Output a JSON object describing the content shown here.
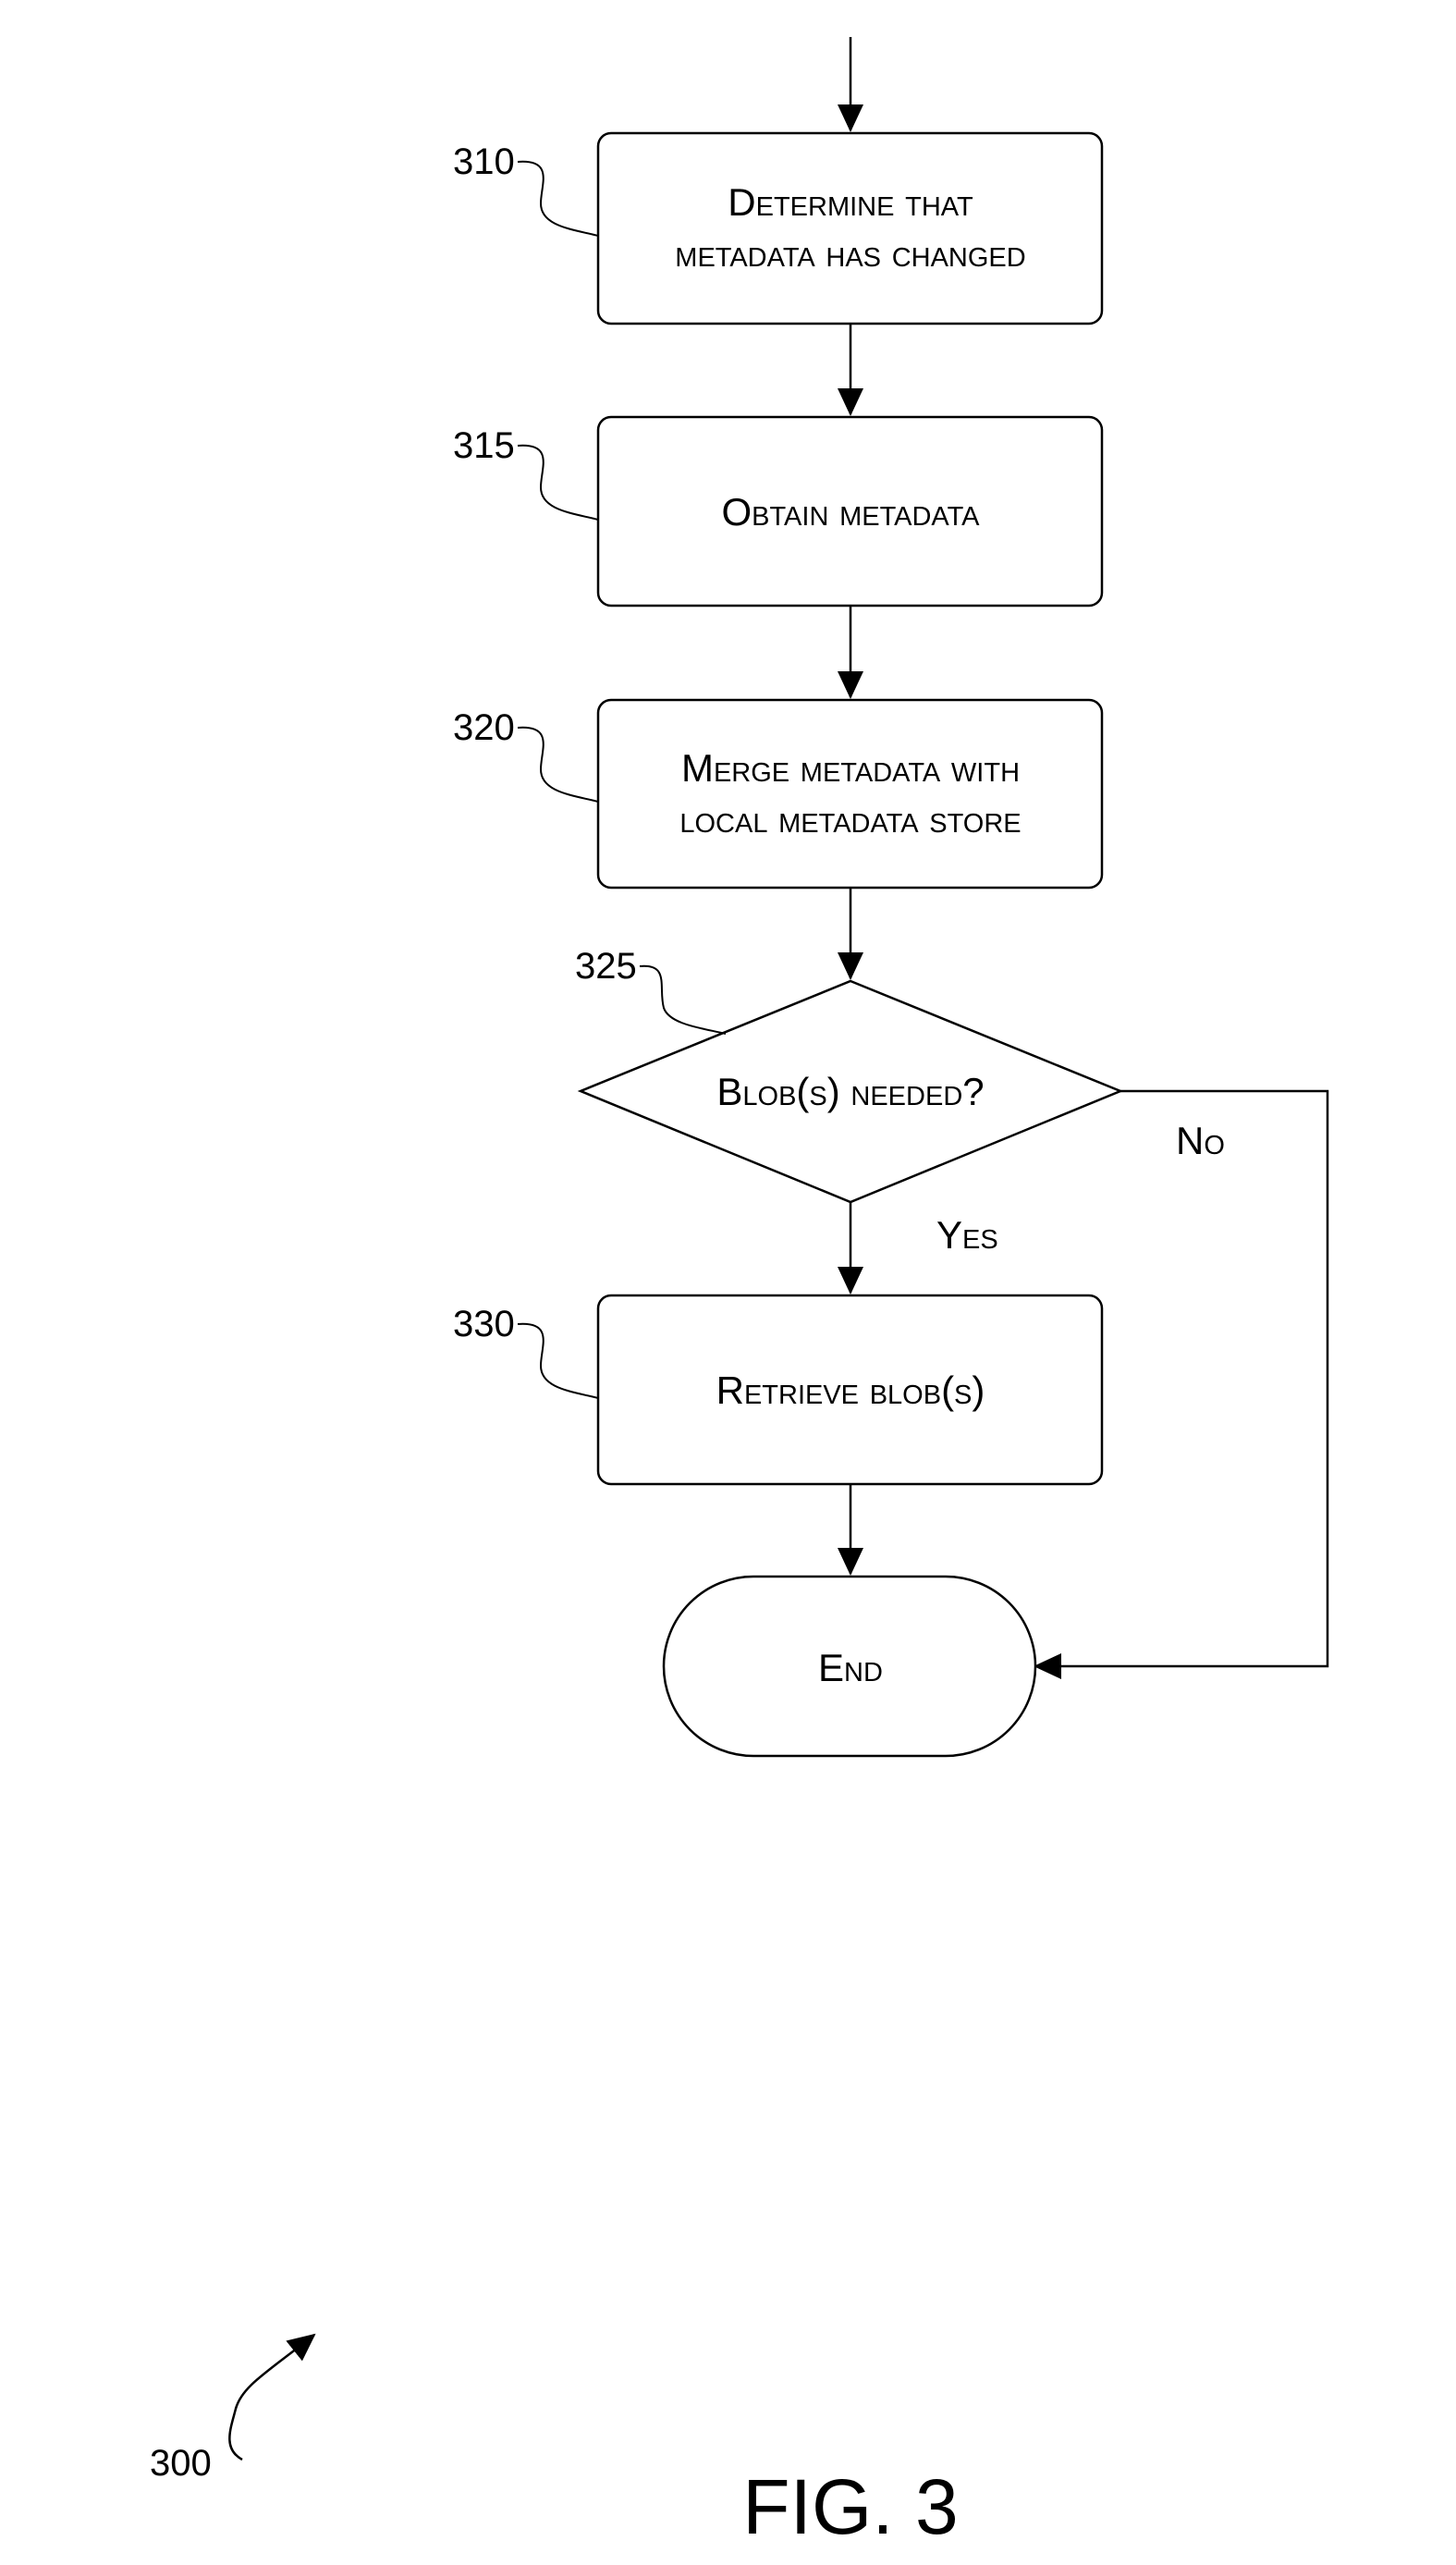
{
  "steps": {
    "s310": {
      "ref": "310",
      "line1": "Determine that",
      "line2": "metadata has changed"
    },
    "s315": {
      "ref": "315",
      "text": "Obtain metadata"
    },
    "s320": {
      "ref": "320",
      "line1": "Merge metadata with",
      "line2": "local metadata store"
    },
    "s325": {
      "ref": "325",
      "text": "Blob(s) needed?"
    },
    "s330": {
      "ref": "330",
      "text": "Retrieve blob(s)"
    },
    "end": {
      "text": "End"
    }
  },
  "branches": {
    "yes": "Yes",
    "no": "No"
  },
  "figure": {
    "ref": "300",
    "caption": "FIG. 3"
  }
}
